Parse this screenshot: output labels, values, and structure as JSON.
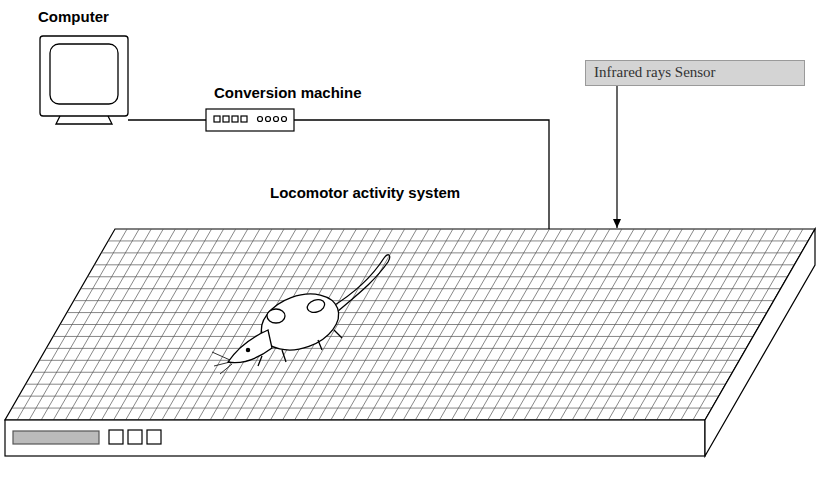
{
  "diagram": {
    "nodes": [
      {
        "text": [
          "Infrared rays Sensor"
        ]
      }
    ],
    "labels": [
      "Computer",
      "Conversion machine",
      "Locomotor activity system"
    ]
  }
}
